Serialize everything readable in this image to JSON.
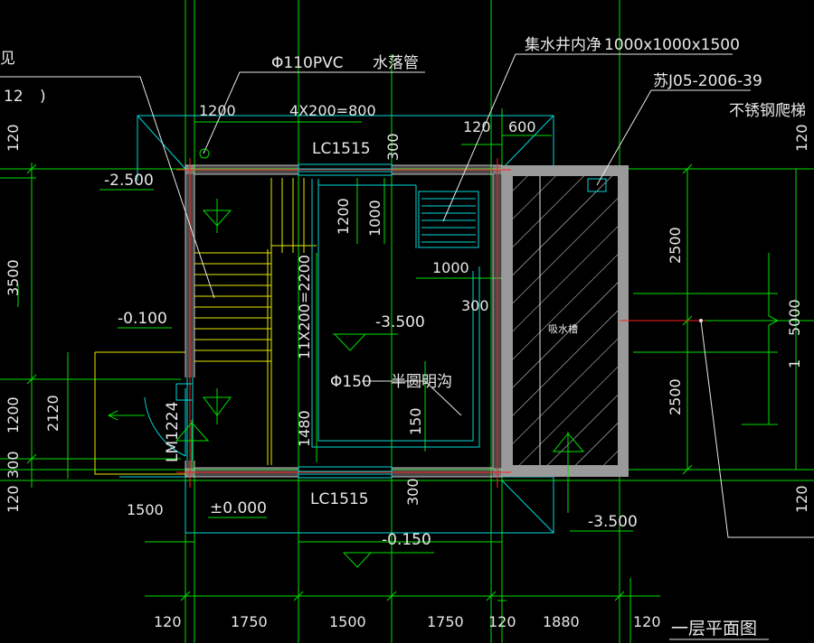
{
  "labels": {
    "pipe_note": "Φ110PVC",
    "pipe_name": "水落管",
    "well_note": "集水井内净",
    "well_size": "1000x1000x1500",
    "ladder_ref": "苏J05-2006-39",
    "ladder_name": "不锈钢爬梯",
    "left_note_1": "见",
    "left_note_2": "12",
    "left_note_3": ")",
    "window_top": "LC1515",
    "window_bottom": "LC1515",
    "door": "LM1224",
    "stair_count": "11X200=2200",
    "stair_top_treads": "4X200=800",
    "trench": "Φ150",
    "trench_name": "半圆明沟",
    "pool": "吸水槽",
    "drawing_title": "一层平面图"
  },
  "elevations": {
    "e1": "-2.500",
    "e2": "-0.100",
    "e3": "-3.500",
    "e4": "±0.000",
    "e5": "-0.150",
    "e6": "-3.500"
  },
  "dims": {
    "d1200_top": "1200",
    "d120_top": "120",
    "d600_top": "600",
    "d300_top": "300",
    "d1200_in": "1200",
    "d1000_in": "1000",
    "d1000_h": "1000",
    "d300_in": "300",
    "d1480": "1480",
    "d150": "150",
    "d300_bot": "300",
    "d1500_bot": "1500",
    "left_120_top": "120",
    "left_3500": "3500",
    "left_1200": "1200",
    "left_2120": "2120",
    "left_300": "300",
    "left_120_bot": "120",
    "right_120_top": "120",
    "right_2500_a": "2500",
    "right_2500_b": "2500",
    "right_5000": "5000",
    "right_120_bot": "120",
    "right_axis": "1",
    "bottom": [
      "120",
      "1750",
      "1500",
      "1750",
      "120",
      "1880",
      "120"
    ]
  }
}
